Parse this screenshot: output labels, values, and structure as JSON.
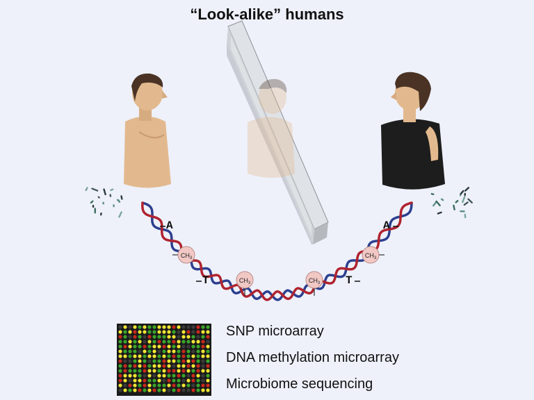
{
  "title": "“Look-alike” humans",
  "bases": {
    "left_top": "A",
    "left_bottom": "T",
    "right_top": "A",
    "right_bottom": "T"
  },
  "methyl": {
    "label": "CH",
    "subscript": "3"
  },
  "legend": [
    {
      "text": "SNP microarray"
    },
    {
      "text": "DNA methylation microarray"
    },
    {
      "text": "Microbiome sequencing"
    }
  ],
  "colors": {
    "background": "#eef1fa",
    "strand_red": "#b0232e",
    "strand_blue": "#2c3f8f",
    "skin": "#e2b98e",
    "hair": "#4a3325",
    "shirt": "#1d1d1d",
    "methyl_fill": "#f2c8c5",
    "array_dark": "#1a1a1a",
    "array_green": "#3aa52a",
    "array_red": "#c8281d",
    "array_yellow": "#f0e534"
  }
}
